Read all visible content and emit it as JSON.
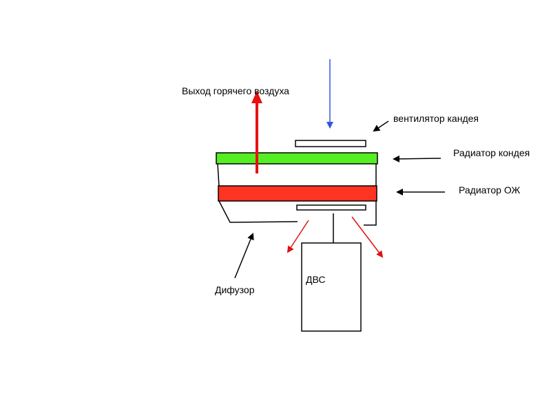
{
  "labels": {
    "hot_air_out": "Выход горячего воздуха",
    "condenser_fan": "вентилятор кандея",
    "condenser_radiator": "Радиатор кондея",
    "coolant_radiator": "Радиатор ОЖ",
    "diffuser": "Дифузор",
    "engine": "ДВС"
  },
  "colors": {
    "condenser_radiator": "#55ee22",
    "coolant_radiator": "#ff3322",
    "hot_air_arrow": "#e81010",
    "cold_air_arrow": "#3355dd",
    "air_flow_arrows": "#dd1111",
    "outline": "#000000"
  }
}
